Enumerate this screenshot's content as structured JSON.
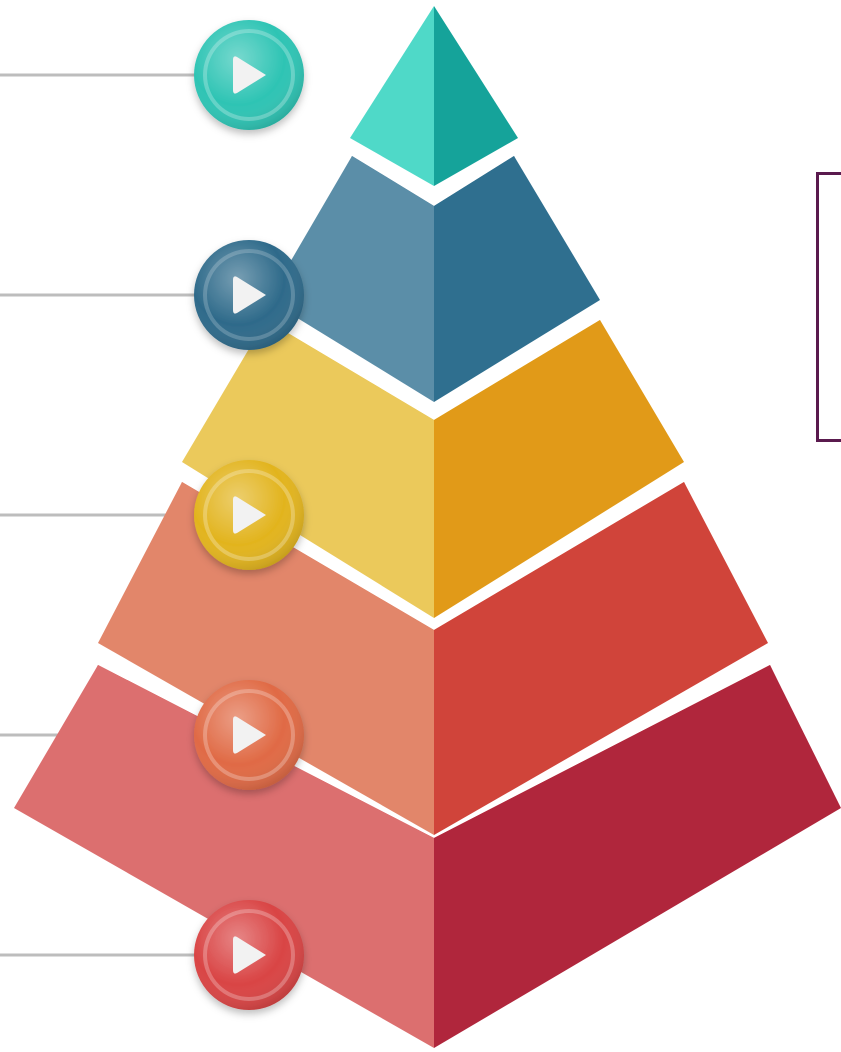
{
  "diagram": {
    "type": "pyramid-infographic",
    "tiers": [
      {
        "name": "tier-1",
        "left_face": "#4fd9c8",
        "right_face": "#15a39a",
        "top_face": "#3fc8b8",
        "button_color": "#2ec4b4",
        "icon": "play-icon"
      },
      {
        "name": "tier-2",
        "left_face": "#5b8ea8",
        "right_face": "#2f6f8f",
        "top_face": "#2a6584",
        "button_color": "#2e6a8a",
        "icon": "play-icon"
      },
      {
        "name": "tier-3",
        "left_face": "#ebc95b",
        "right_face": "#e19a18",
        "top_face": "#e0b020",
        "button_color": "#e2b41e",
        "icon": "play-icon"
      },
      {
        "name": "tier-4",
        "left_face": "#e2866a",
        "right_face": "#d0443a",
        "top_face": "#d5623c",
        "button_color": "#e06a45",
        "icon": "play-icon"
      },
      {
        "name": "tier-5",
        "left_face": "#dc6f6f",
        "right_face": "#a81e3a",
        "top_face": "#cf3a3a",
        "button_color": "#d94444",
        "icon": "play-icon"
      }
    ],
    "connector_color": "#bdbdbd",
    "callout_border_color": "#5a1a4e"
  }
}
